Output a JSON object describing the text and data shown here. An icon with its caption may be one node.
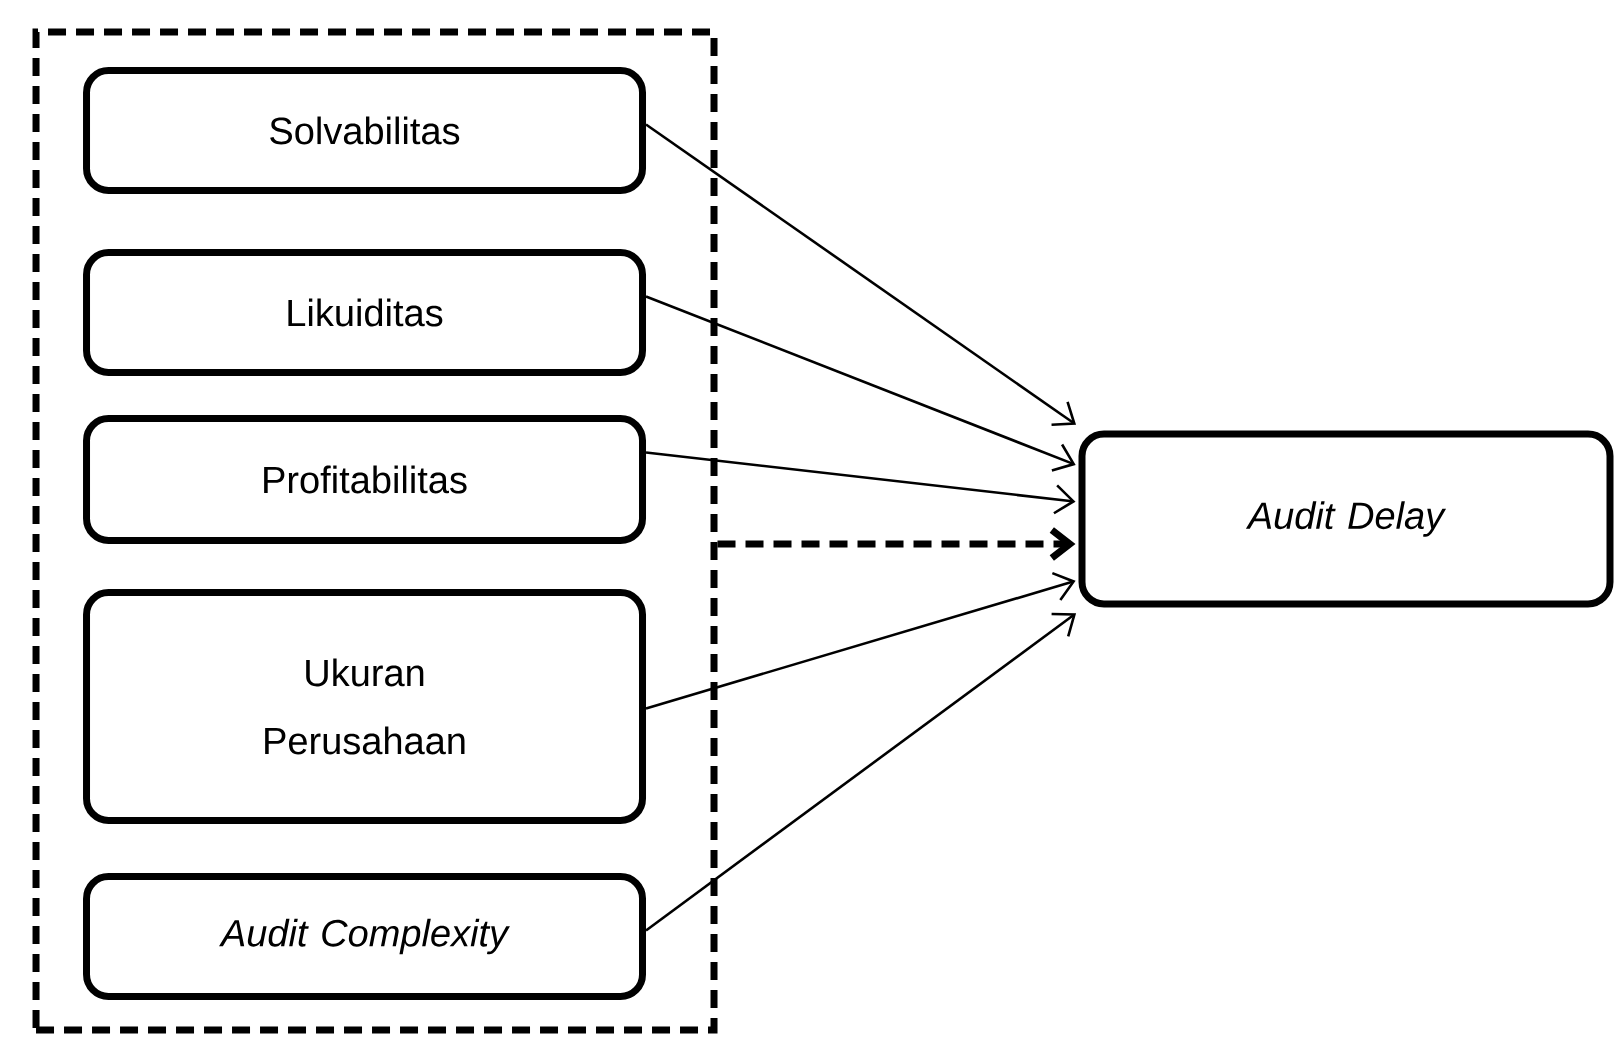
{
  "diagram": {
    "nodes": [
      {
        "text": [],
        "shape": "box"
      },
      {
        "text": [
          "Solvabilitas"
        ],
        "in": 0
      },
      {
        "text": [
          "Likuiditas"
        ],
        "in": 0
      },
      {
        "text": [
          "Profitabilitas"
        ],
        "in": 0
      },
      {
        "text": [
          "Ukuran Perusahaan"
        ],
        "in": 0
      },
      {
        "text": [
          "Audit Complexity"
        ],
        "in": 0
      },
      {
        "text": [
          "Audit Delay"
        ]
      }
    ],
    "edges": [
      {
        "from": 1,
        "to": 6,
        "arrow": "to"
      },
      {
        "from": 2,
        "to": 6,
        "arrow": "to"
      },
      {
        "from": 3,
        "to": 6,
        "arrow": "to"
      },
      {
        "from": 4,
        "to": 6,
        "arrow": "to"
      },
      {
        "from": 5,
        "to": 6,
        "arrow": "to"
      },
      {
        "from": 0,
        "to": 6,
        "arrow": "to",
        "style": "dashed"
      }
    ]
  }
}
